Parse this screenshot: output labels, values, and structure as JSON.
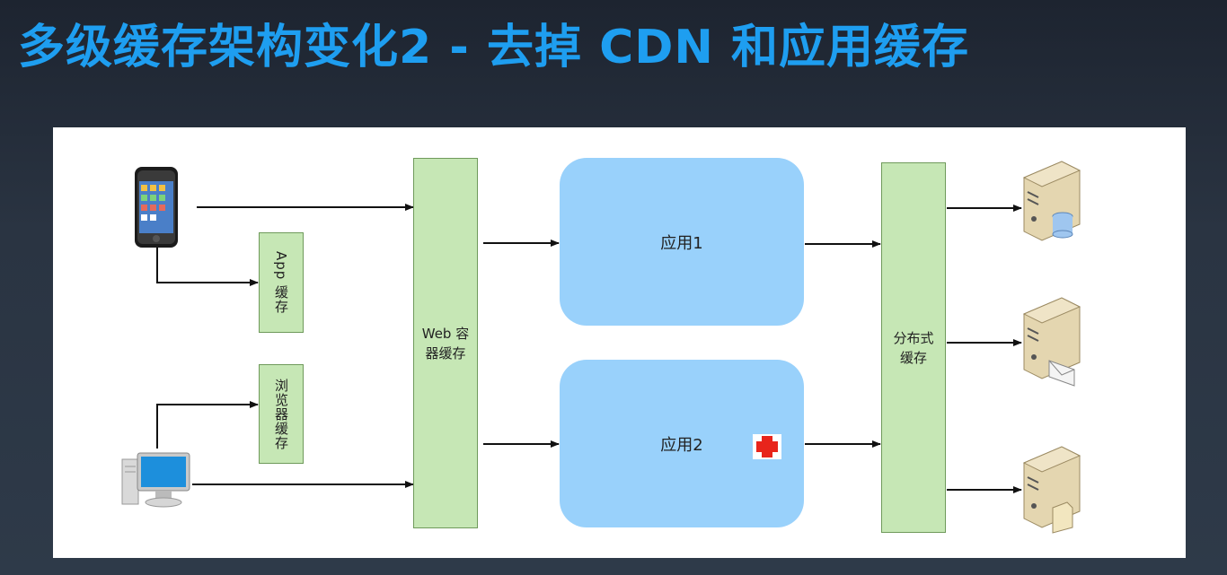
{
  "title": "多级缓存架构变化2 - 去掉 CDN 和应用缓存",
  "diagram": {
    "app_cache_label": "App 缓存",
    "browser_cache_label": "浏览器缓存",
    "web_container_cache_label": "Web 容器缓存",
    "app1_label": "应用1",
    "app2_label": "应用2",
    "distributed_cache_label": "分布式缓存",
    "colors": {
      "title": "#1e9ef0",
      "cache_box": "#c6e7b5",
      "app_box": "#99d1fb",
      "arrow": "#111111",
      "error_marker": "#e8241b"
    },
    "icons": {
      "mobile": "mobile-phone-icon",
      "desktop": "desktop-computer-icon",
      "server_db": "server-database-icon",
      "server_mail": "server-mail-icon",
      "server_file": "server-file-icon",
      "error": "red-cross-icon"
    }
  }
}
